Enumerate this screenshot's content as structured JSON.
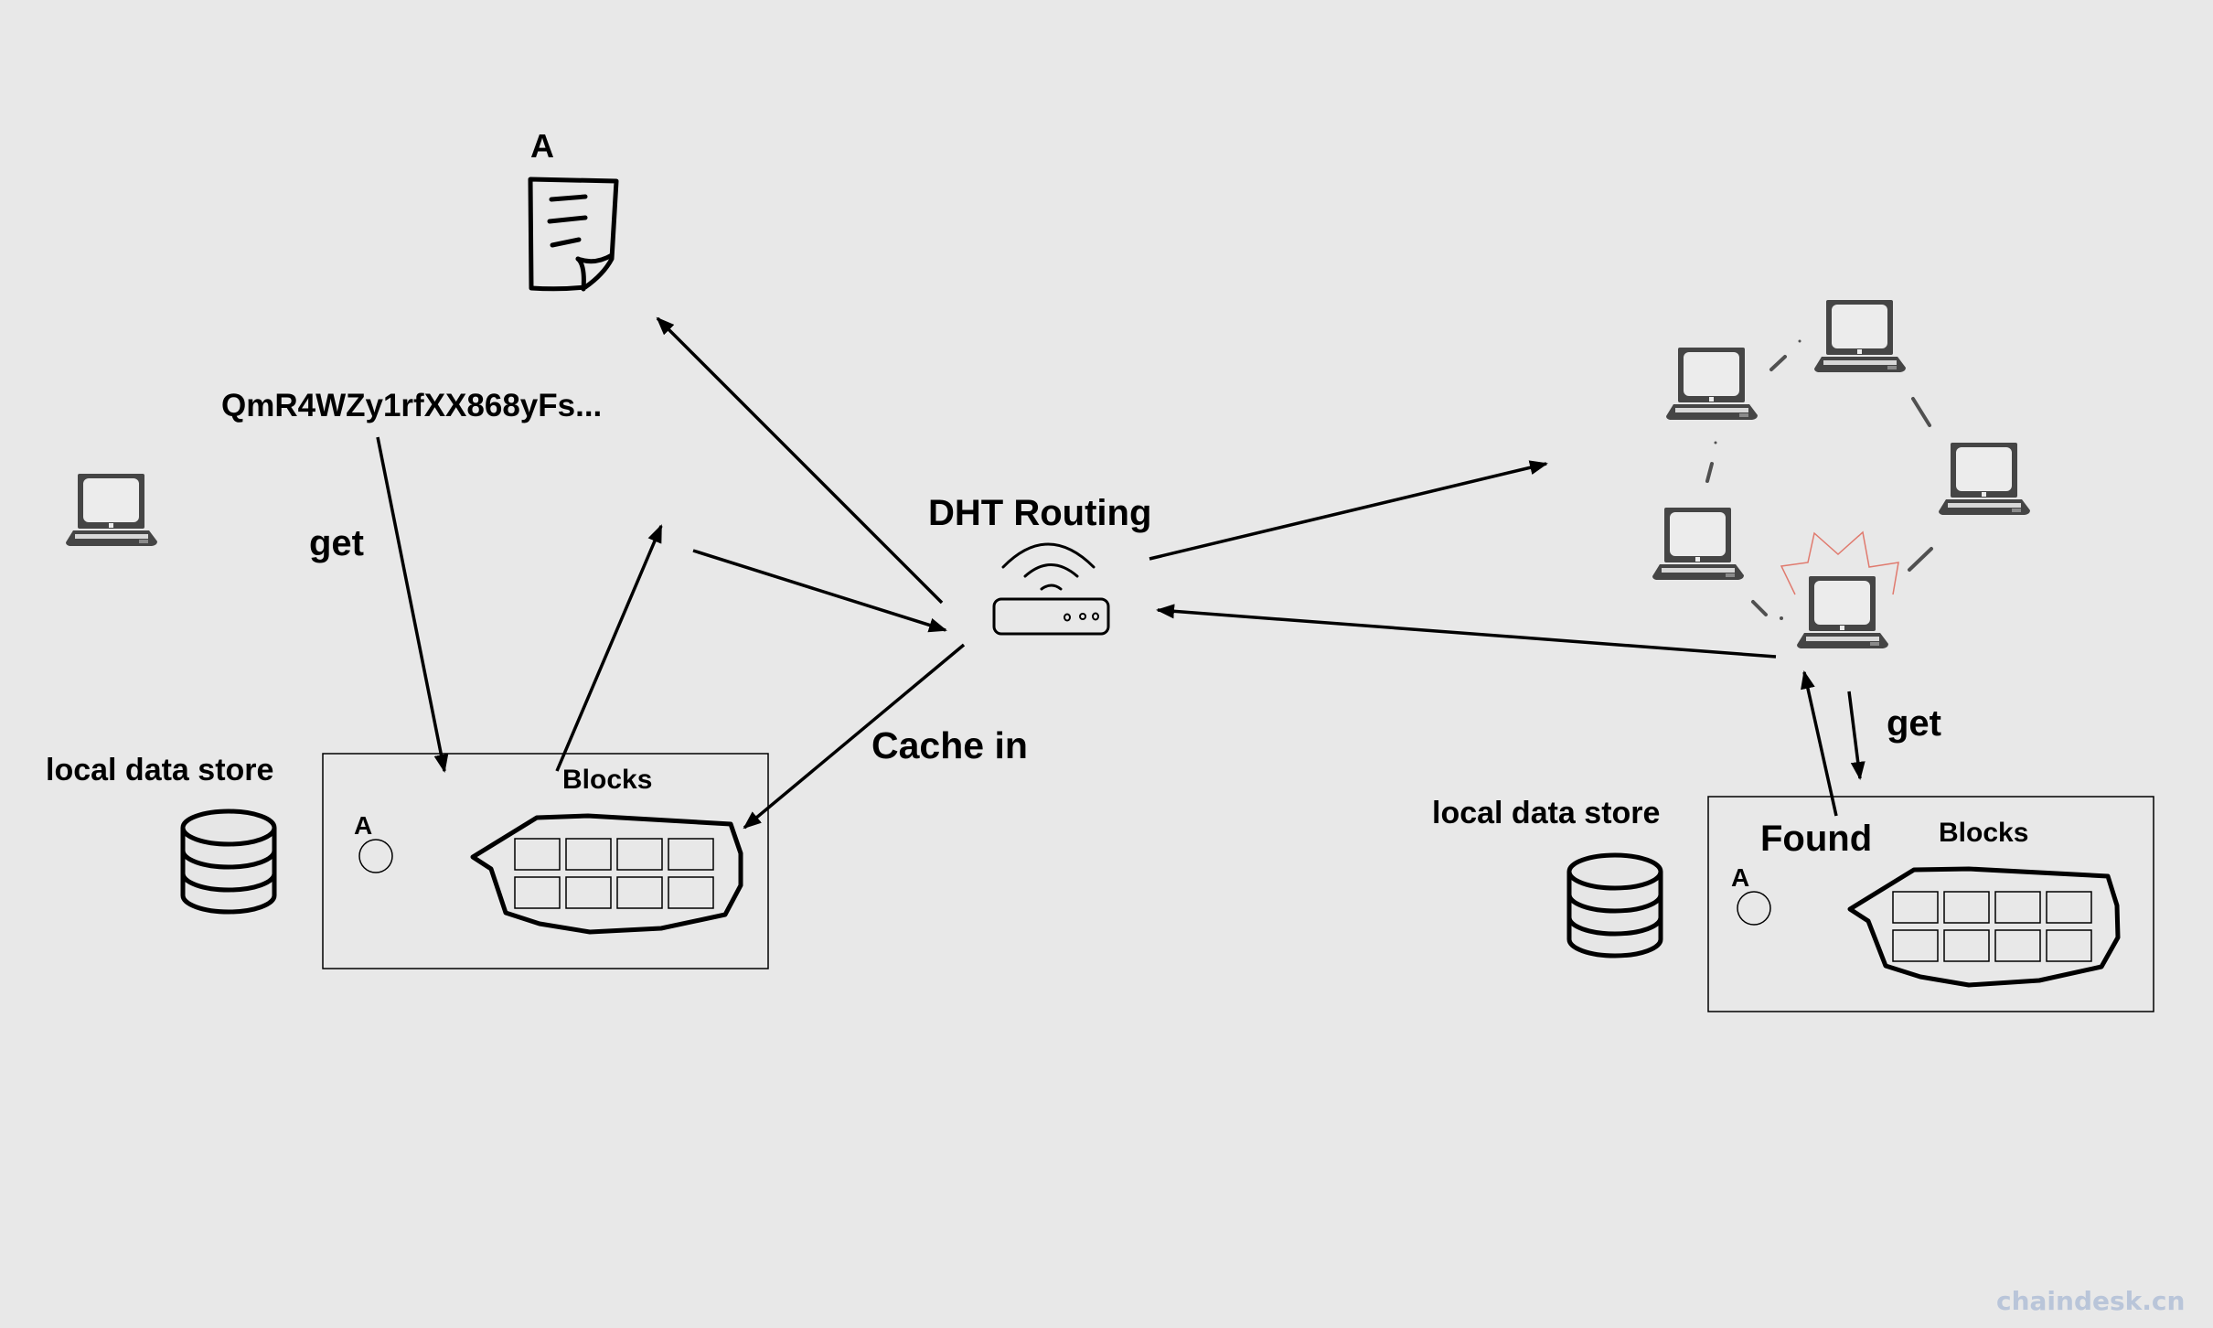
{
  "colors": {
    "background": "#e8e8e8",
    "ink": "#000000",
    "laptop": "#454545",
    "burst": "#e07a6e",
    "watermark": "#b9c5d9"
  },
  "document": {
    "label": "A",
    "icon": "document-icon"
  },
  "hash_text": "QmR4WZy1rfXX868yFs...",
  "left_get_label": "get",
  "dht": {
    "label": "DHT Routing",
    "icon": "router-icon"
  },
  "cache_label": "Cache in",
  "left_node": {
    "icon": "laptop-icon",
    "store_label": "local data store",
    "store_icon": "database-icon",
    "item_label": "A",
    "blocks_label": "Blocks",
    "block_count": 8
  },
  "right_node": {
    "store_label": "local data store",
    "store_icon": "database-icon",
    "item_label": "A",
    "blocks_label": "Blocks",
    "found_label": "Found",
    "get_label": "get",
    "block_count": 8
  },
  "network": {
    "peers": [
      "peer-1",
      "peer-2",
      "peer-3",
      "peer-4",
      "peer-5"
    ],
    "highlighted_peer": "peer-5"
  },
  "watermark": "chaindesk.cn"
}
